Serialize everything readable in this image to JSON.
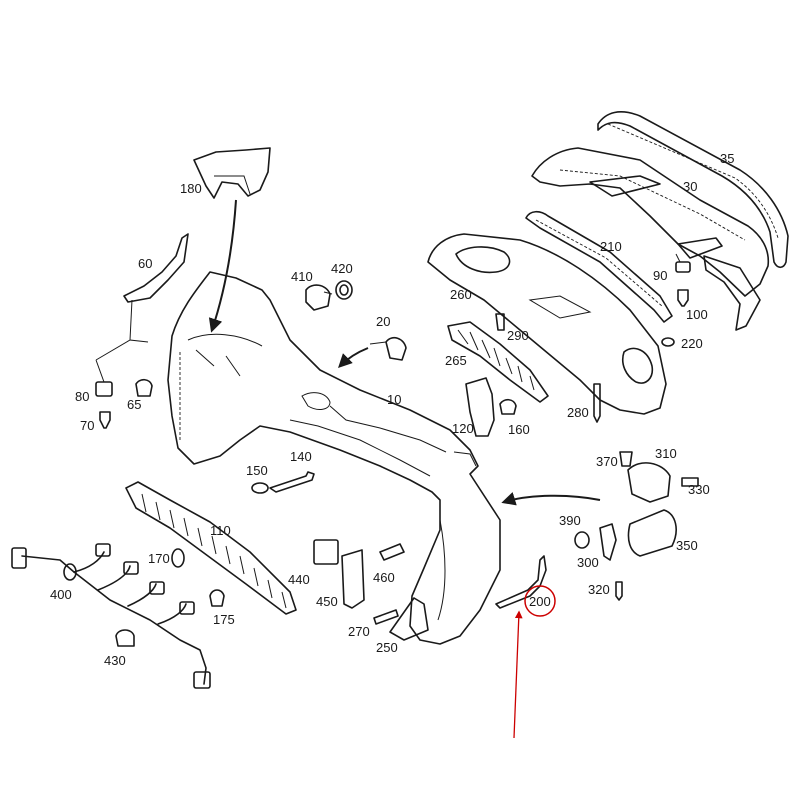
{
  "callouts": {
    "p10": "10",
    "p20": "20",
    "p30": "30",
    "p35": "35",
    "p60": "60",
    "p65": "65",
    "p70": "70",
    "p80": "80",
    "p90": "90",
    "p100": "100",
    "p110": "110",
    "p120": "120",
    "p140": "140",
    "p150": "150",
    "p160": "160",
    "p170": "170",
    "p175": "175",
    "p180": "180",
    "p200": "200",
    "p210": "210",
    "p220": "220",
    "p250": "250",
    "p260": "260",
    "p265": "265",
    "p270": "270",
    "p280": "280",
    "p290": "290",
    "p300": "300",
    "p310": "310",
    "p320": "320",
    "p330": "330",
    "p350": "350",
    "p370": "370",
    "p390": "390",
    "p400": "400",
    "p410": "410",
    "p420": "420",
    "p430": "430",
    "p440": "440",
    "p450": "450",
    "p460": "460"
  },
  "highlight": {
    "part": "200",
    "color": "#cc0000"
  },
  "line_color": "#1a1a1a"
}
